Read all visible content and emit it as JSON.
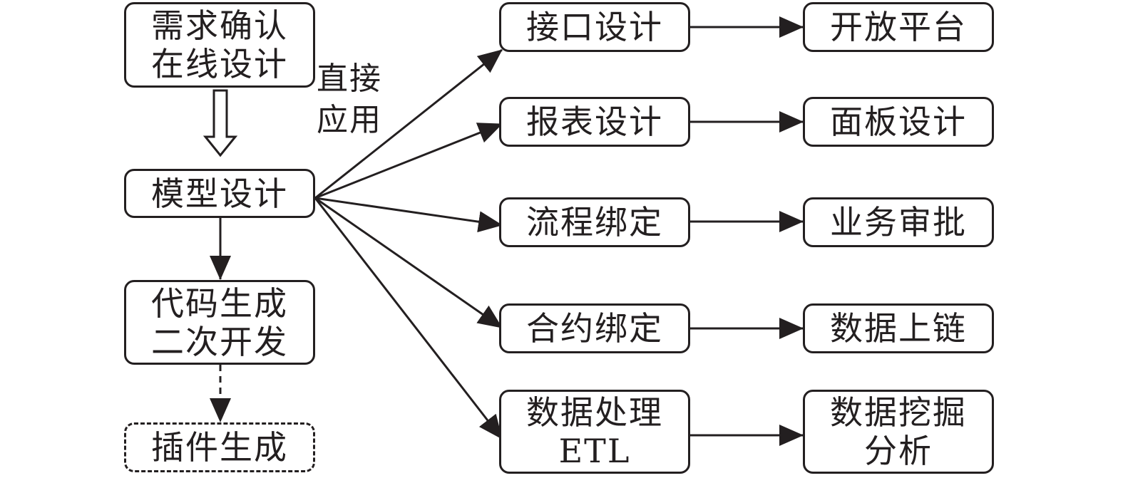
{
  "colors": {
    "stroke": "#231f20",
    "background": "#ffffff"
  },
  "left_column": {
    "requirements_box": {
      "line1": "需求确认",
      "line2": "在线设计"
    },
    "model_box": {
      "label": "模型设计"
    },
    "codegen_box": {
      "line1": "代码生成",
      "line2": "二次开发"
    },
    "plugin_box": {
      "label": "插件生成",
      "style": "dashed"
    }
  },
  "direct_apply_label": {
    "line1": "直接",
    "line2": "应用"
  },
  "middle_column": [
    {
      "line1": "接口设计",
      "line2": ""
    },
    {
      "line1": "报表设计",
      "line2": ""
    },
    {
      "line1": "流程绑定",
      "line2": ""
    },
    {
      "line1": "合约绑定",
      "line2": ""
    },
    {
      "line1": "数据处理",
      "line2": "ETL"
    }
  ],
  "right_column": [
    {
      "line1": "开放平台",
      "line2": ""
    },
    {
      "line1": "面板设计",
      "line2": ""
    },
    {
      "line1": "业务审批",
      "line2": ""
    },
    {
      "line1": "数据上链",
      "line2": ""
    },
    {
      "line1": "数据挖掘",
      "line2": "分析"
    }
  ]
}
